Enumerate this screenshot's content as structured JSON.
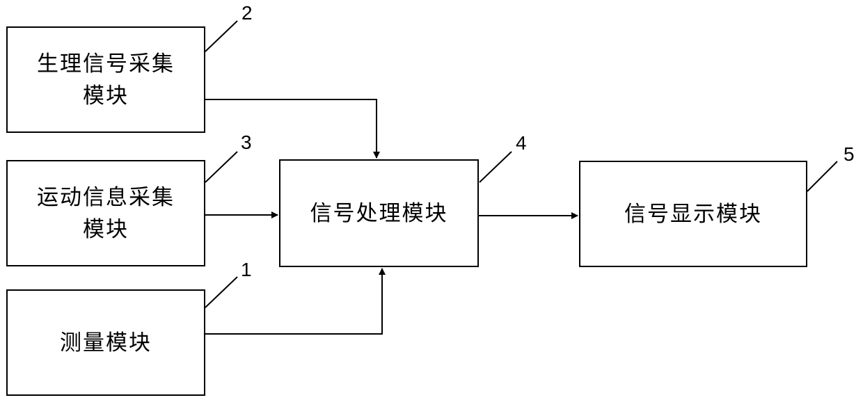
{
  "modules": {
    "physio_acquisition": {
      "label": "生理信号采集\n模块",
      "ref": "2"
    },
    "motion_acquisition": {
      "label": "运动信息采集\n模块",
      "ref": "3"
    },
    "measurement": {
      "label": "测量模块",
      "ref": "1"
    },
    "signal_processing": {
      "label": "信号处理模块",
      "ref": "4"
    },
    "signal_display": {
      "label": "信号显示模块",
      "ref": "5"
    }
  }
}
